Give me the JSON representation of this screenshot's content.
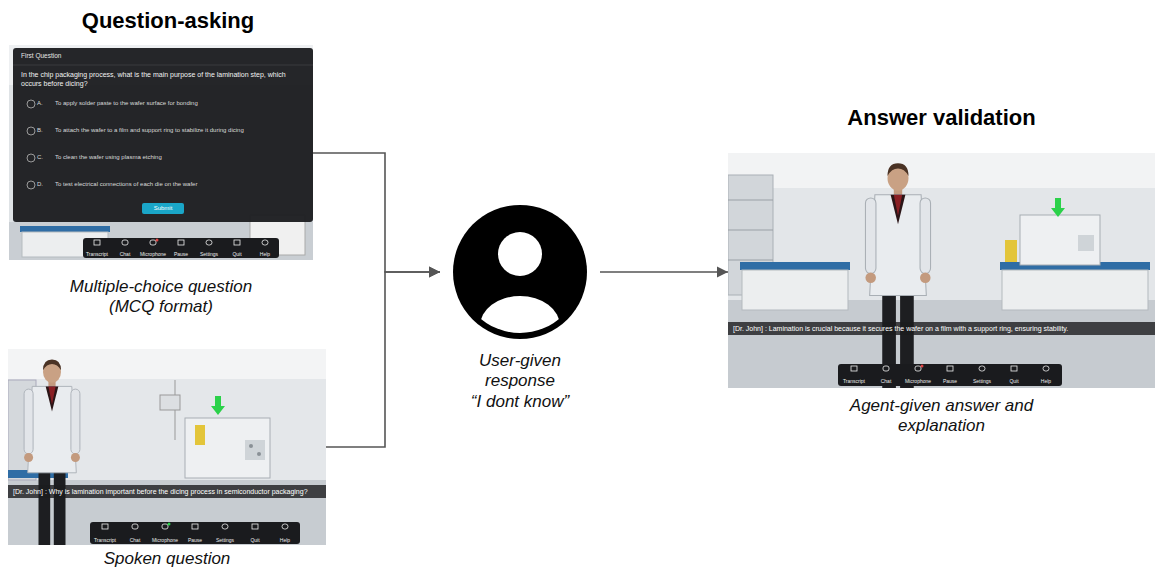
{
  "diagram": {
    "nodes": [
      {
        "text": [
          "First Question",
          "In the chip packaging process, what is the main purpose of the lamination step, which occurs before dicing?",
          "A.",
          "To apply solder paste to the wafer surface for bonding",
          "B.",
          "To attach the wafer to a film and support ring to stabilize it during dicing",
          "C.",
          "To clean the wafer using plasma etching",
          "D.",
          "To test electrical connections of each die on the wafer",
          "Submit",
          "Transcript",
          "Chat",
          "Microphone",
          "Pause",
          "Settings",
          "Quit",
          "Help",
          "Multiple-choice question (MCQ format)"
        ]
      },
      {
        "text": [
          "[Dr. John] : Why is lamination important before the dicing process in semiconductor packaging?",
          "Transcript",
          "Chat",
          "Microphone",
          "Pause",
          "Settings",
          "Quit",
          "Help",
          "Spoken question"
        ]
      },
      {
        "text": [
          "User-given response",
          "“I dont know”"
        ]
      },
      {
        "text": [
          "Answer validation",
          "[Dr. John] : Lamination is crucial because it secures the wafer on a film with a support ring, ensuring stability.",
          "Transcript",
          "Chat",
          "Microphone",
          "Pause",
          "Settings",
          "Quit",
          "Help",
          "Agent-given answer and explanation"
        ]
      }
    ],
    "edges": [
      {
        "from": 0,
        "to": 2,
        "arrow": "to"
      },
      {
        "from": 1,
        "to": 2,
        "arrow": "to"
      },
      {
        "from": 2,
        "to": 3,
        "arrow": "to"
      }
    ],
    "labels": [
      "Question-asking"
    ]
  }
}
